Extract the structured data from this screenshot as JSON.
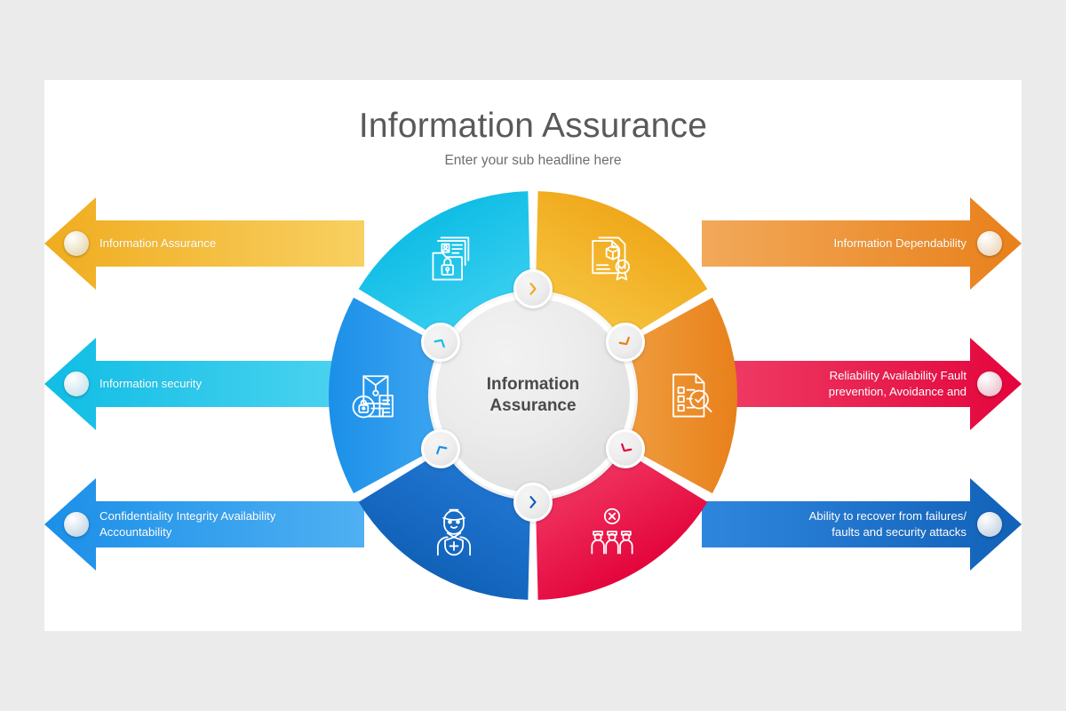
{
  "slide": {
    "title": "Information Assurance",
    "subtitle": "Enter your sub headline here",
    "background": "#ebebeb",
    "canvas": "#ffffff"
  },
  "hub": {
    "label_line1": "Information",
    "label_line2": "Assurance",
    "fill": "#e4e4e4",
    "text_color": "#4a4a4a"
  },
  "wheel": {
    "segment_count": 6,
    "start_angle_deg": 0,
    "segment_span_deg": 60,
    "outer_radius": 230,
    "inner_radius": 118,
    "segments": [
      {
        "id": "information-assurance",
        "position": "top-left",
        "color": "#f0a81b",
        "color_light": "#f5c03a",
        "icon": "certified-document-icon",
        "icon_description": "document with package and award seal"
      },
      {
        "id": "information-dependability",
        "position": "top-right",
        "color": "#e8801a",
        "color_light": "#ef9a3c",
        "icon": "document-audit-search-icon",
        "icon_description": "checklist document with magnifier and checkmark"
      },
      {
        "id": "reliability-availability",
        "position": "right",
        "color": "#e3053c",
        "color_light": "#ef2f5c",
        "icon": "team-failure-icon",
        "icon_description": "three people with an X circle above"
      },
      {
        "id": "recover-from-failures",
        "position": "bottom-right",
        "color": "#1161b8",
        "color_light": "#1f74cf",
        "icon": "protected-person-icon",
        "icon_description": "person with medical cross shield"
      },
      {
        "id": "confidentiality-integrity",
        "position": "bottom-left",
        "color": "#1b8fe8",
        "color_light": "#39a3f0",
        "icon": "secure-envelope-icon",
        "icon_description": "envelope with documents and padlock badge"
      },
      {
        "id": "information-security",
        "position": "left",
        "color": "#10bde5",
        "color_light": "#34cdef",
        "icon": "locked-folder-icon",
        "icon_description": "folder with padlock over ID card document"
      }
    ],
    "markers": [
      {
        "id": "marker-top",
        "glyph": "chevron-right-icon",
        "color": "#f0a81b",
        "rotation": 0
      },
      {
        "id": "marker-upper-right",
        "glyph": "chevron-rotated-icon",
        "color": "#e8801a",
        "rotation": 60
      },
      {
        "id": "marker-lower-right",
        "glyph": "chevron-rotated-icon",
        "color": "#e3053c",
        "rotation": 120
      },
      {
        "id": "marker-bottom",
        "glyph": "chevron-left-icon",
        "color": "#1161b8",
        "rotation": 180
      },
      {
        "id": "marker-lower-left",
        "glyph": "chevron-rotated-icon",
        "color": "#1b8fe8",
        "rotation": 240
      },
      {
        "id": "marker-upper-left",
        "glyph": "chevron-rotated-icon",
        "color": "#10bde5",
        "rotation": 300
      }
    ]
  },
  "arrows": [
    {
      "id": "information-assurance",
      "side": "left",
      "row": 1,
      "label_line1": "Information Assurance",
      "label_line2": "",
      "color_head": "#f0ac1f",
      "color_tail": "#f8d061",
      "bullet_color": "#e8dcb8"
    },
    {
      "id": "information-dependability",
      "side": "right",
      "row": 1,
      "label_line1": "Information Dependability",
      "label_line2": "",
      "color_head": "#e8801a",
      "color_tail": "#f2a95a",
      "bullet_color": "#eedbc4"
    },
    {
      "id": "information-security",
      "side": "left",
      "row": 2,
      "label_line1": "Information security",
      "label_line2": "",
      "color_head": "#10bde5",
      "color_tail": "#4fd4f0",
      "bullet_color": "#cfe6ee"
    },
    {
      "id": "reliability-availability",
      "side": "right",
      "row": 2,
      "label_line1": "Reliability Availability Fault",
      "label_line2": "prevention, Avoidance and",
      "color_head": "#e3053c",
      "color_tail": "#ef3f67",
      "bullet_color": "#eec9d2"
    },
    {
      "id": "confidentiality-integrity",
      "side": "left",
      "row": 3,
      "label_line1": "Confidentiality Integrity Availability",
      "label_line2": "Accountability",
      "color_head": "#1b8fe8",
      "color_tail": "#4fb0f2",
      "bullet_color": "#ccdbe8"
    },
    {
      "id": "recover-from-failures",
      "side": "right",
      "row": 3,
      "label_line1": "Ability to recover from failures/",
      "label_line2": "faults and security attacks",
      "color_head": "#1161b8",
      "color_tail": "#2f86dd",
      "bullet_color": "#ccd8e6"
    }
  ]
}
